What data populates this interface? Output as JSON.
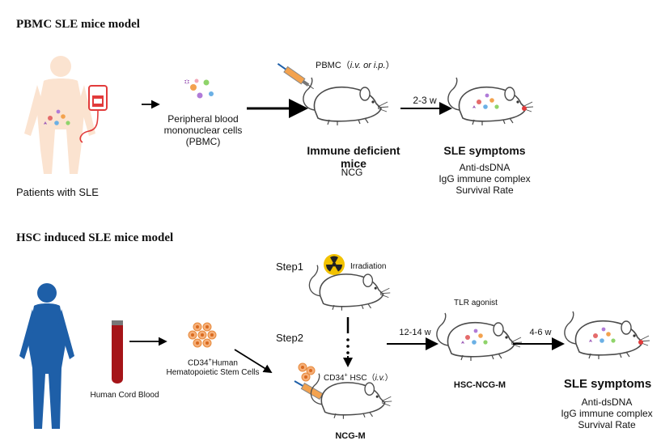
{
  "section1": {
    "title": "PBMC SLE mice model",
    "patients_label": "Patients with SLE",
    "pbmc_label_lines": [
      "Peripheral blood",
      "mononuclear cells",
      "(PBMC)"
    ],
    "injection_label_main": "PBMC（",
    "injection_label_italic": "i.v. or i.p.",
    "injection_label_end": "）",
    "mouse_title": "Immune deficient mice",
    "mouse_subtitle": "NCG",
    "arrow_time": "2-3 w",
    "symptoms_title": "SLE symptoms",
    "symptoms": [
      "Anti-dsDNA",
      "IgG immune complex",
      "Survival Rate"
    ]
  },
  "section2": {
    "title": "HSC induced SLE mice model",
    "cord_blood_label": "Human Cord Blood",
    "hsc_label_line1_pre": "CD34",
    "hsc_label_line1_sup": "+",
    "hsc_label_line1_post": "Human",
    "hsc_label_line2": "Hematopoietic Stem Cells",
    "step1": "Step1",
    "step2": "Step2",
    "irradiation": "Irradiation",
    "hsc_injection_pre": "CD34",
    "hsc_injection_sup": "+",
    "hsc_injection_mid": " HSC（",
    "hsc_injection_italic": "i.v.",
    "hsc_injection_end": "）",
    "ncgm_label": "NCG-M",
    "arrow_time_1": "12-14 w",
    "tlr_label": "TLR agonist",
    "hsc_ncgm_label": "HSC-NCG-M",
    "arrow_time_2": "4-6 w",
    "symptoms_title": "SLE symptoms",
    "symptoms": [
      "Anti-dsDNA",
      "IgG immune complex",
      "Survival Rate"
    ]
  },
  "colors": {
    "skin": "#fbe3d0",
    "human_blue": "#1e5fa8",
    "blood_red": "#c2171d",
    "bag_red": "#e23b3b",
    "radiation_yellow": "#f2c200",
    "mouse_outline": "#4a4a4a",
    "cell_orange": "#f3a24e",
    "cell_pink": "#f2a7b7"
  }
}
